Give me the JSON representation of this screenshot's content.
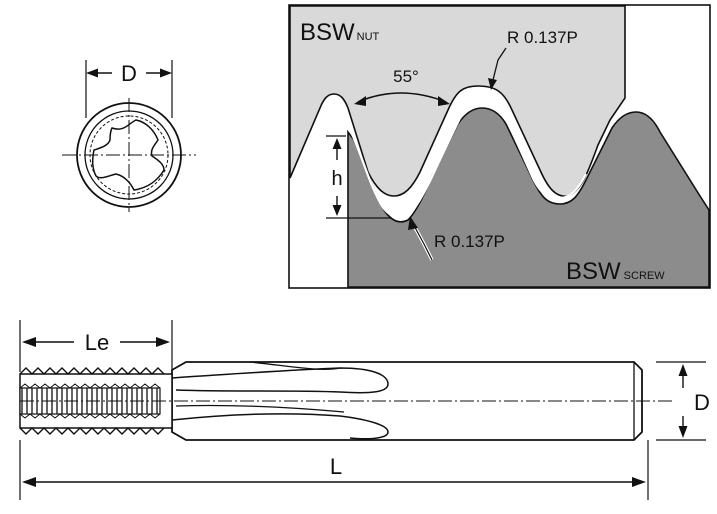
{
  "end_view": {
    "dimension_label": "D"
  },
  "thread_profile": {
    "nut_label": "BSW",
    "nut_sub": "NUT",
    "screw_label": "BSW",
    "screw_sub": "SCREW",
    "angle_label": "55°",
    "crest_radius_label": "R 0.137P",
    "root_radius_label": "R 0.137P",
    "height_label": "h"
  },
  "side_view": {
    "thread_length_label": "Le",
    "overall_length_label": "L",
    "shank_diameter_label": "D"
  }
}
